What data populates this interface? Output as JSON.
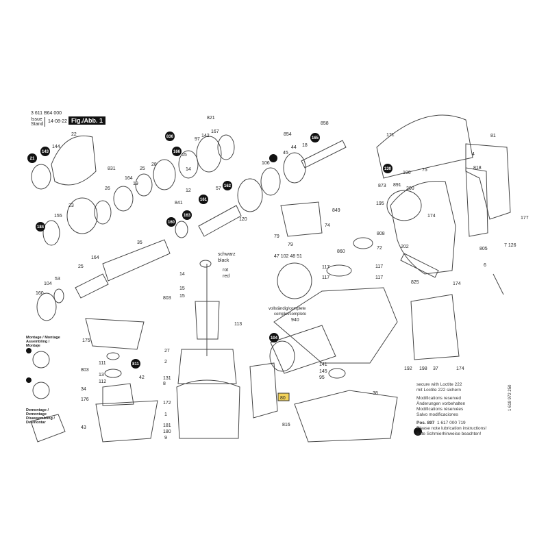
{
  "header": {
    "doc_number": "3 611 B64 000",
    "issue_label_en": "Issue",
    "issue_label_de": "Stand",
    "issue_date": "14-08-22",
    "figure_label": "Fig./Abb. 1"
  },
  "assembly": {
    "mounting_title": "Montage / Montage Assembling / Montaje",
    "dismounting_title": "Demontage / Demontage Disassembling / Desmontar"
  },
  "wire_labels": {
    "black_de": "schwarz",
    "black_en": "black",
    "red_de": "rot",
    "red_en": "red",
    "complete_de_en": "vollständig/complete",
    "complete_fr_es": "complet/completo"
  },
  "notes": {
    "loctite_en": "secure with Loctite 222",
    "loctite_de": "mit Loctite 222 sichern",
    "mod_en": "Modifications reserved",
    "mod_de": "Änderungen vorbehalten",
    "mod_fr": "Modifications réservées",
    "mod_es": "Salvo modificaciones",
    "pos_label": "Pos. 897",
    "pos_part": "1 617 000 719",
    "lube_en": "Please note lubrication instructions!",
    "lube_de": "Bitte Schmierhinweise beachten!",
    "drawing_number": "1 619 972 250"
  },
  "part_labels": [
    "22",
    "144",
    "21",
    "143",
    "831",
    "25",
    "28",
    "26",
    "164",
    "19",
    "836",
    "166",
    "15",
    "97",
    "142",
    "167",
    "821",
    "14",
    "12",
    "23",
    "184",
    "155",
    "841",
    "160",
    "163",
    "161",
    "57",
    "162",
    "120",
    "35",
    "25",
    "164",
    "53",
    "104",
    "160",
    "106",
    "45",
    "44",
    "854",
    "858",
    "165",
    "18",
    "849",
    "74",
    "79",
    "79",
    "860",
    "72",
    "47 102 48 51",
    "117",
    "117",
    "117",
    "117",
    "171",
    "873",
    "891",
    "200",
    "130",
    "196",
    "75",
    "4",
    "818",
    "81",
    "195",
    "174",
    "808",
    "202",
    "177",
    "805",
    "7 126",
    "6",
    "825",
    "174",
    "14",
    "15",
    "803",
    "113",
    "27",
    "2",
    "131",
    "8",
    "172",
    "1",
    "181",
    "180",
    "9",
    "175",
    "111",
    "803",
    "13",
    "112",
    "811",
    "42",
    "34",
    "176",
    "43",
    "940",
    "104",
    "141",
    "145",
    "95",
    "38",
    "192",
    "198",
    "37",
    "174",
    "80",
    "816",
    "15"
  ]
}
